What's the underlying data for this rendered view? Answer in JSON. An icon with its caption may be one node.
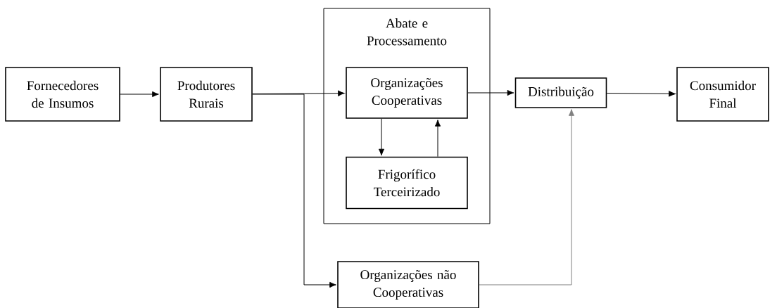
{
  "diagram": {
    "nodes": [
      {
        "text": [
          "Fornecedores de Insumos"
        ]
      },
      {
        "text": [
          "Produtores Rurais"
        ]
      },
      {
        "text": [
          "Abate e Processamento"
        ]
      },
      {
        "text": [
          "Organizações Cooperativas"
        ],
        "in": 2
      },
      {
        "text": [
          "Frigorífico Terceirizado"
        ],
        "in": 2
      },
      {
        "text": [
          "Distribuição"
        ]
      },
      {
        "text": [
          "Consumidor Final"
        ]
      },
      {
        "text": [
          "Organizações não Cooperativas"
        ]
      }
    ],
    "edges": [
      {
        "from": 0,
        "to": 1,
        "arrow": "to"
      },
      {
        "from": 1,
        "to": 3,
        "arrow": "to"
      },
      {
        "from": 1,
        "to": 7,
        "arrow": "to"
      },
      {
        "from": 3,
        "to": 4,
        "arrow": "to"
      },
      {
        "from": 4,
        "to": 3,
        "arrow": "to"
      },
      {
        "from": 3,
        "to": 5,
        "arrow": "to"
      },
      {
        "from": 7,
        "to": 5,
        "arrow": "to",
        "color": "#808080"
      },
      {
        "from": 5,
        "to": 6,
        "arrow": "to"
      }
    ]
  }
}
